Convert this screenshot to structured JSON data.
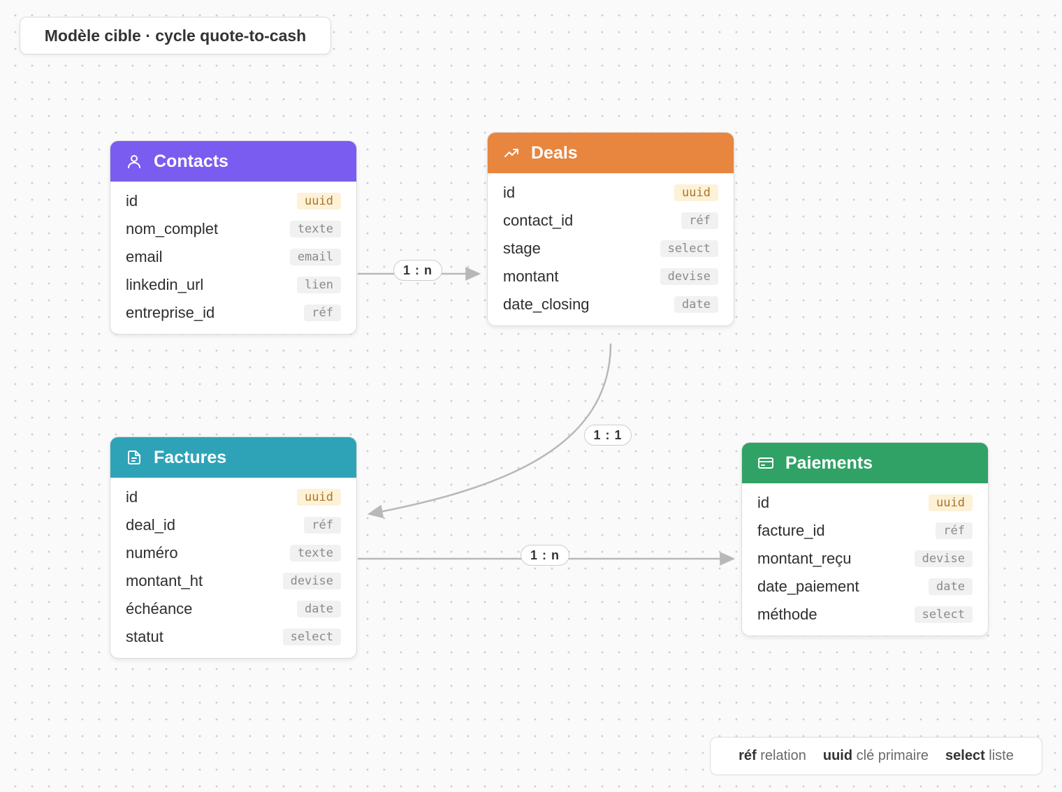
{
  "title": "Modèle cible · cycle quote-to-cash",
  "colors": {
    "contacts": "#7b5cf0",
    "deals": "#e8853e",
    "factures": "#2ea3b7",
    "paiements": "#30a265",
    "edge": "#b8b8b8"
  },
  "tables": {
    "contacts": {
      "name": "Contacts",
      "icon": "user-icon",
      "fields": [
        {
          "name": "id",
          "type": "uuid"
        },
        {
          "name": "nom_complet",
          "type": "texte"
        },
        {
          "name": "email",
          "type": "email"
        },
        {
          "name": "linkedin_url",
          "type": "lien"
        },
        {
          "name": "entreprise_id",
          "type": "réf"
        }
      ]
    },
    "deals": {
      "name": "Deals",
      "icon": "trending-up-icon",
      "fields": [
        {
          "name": "id",
          "type": "uuid"
        },
        {
          "name": "contact_id",
          "type": "réf"
        },
        {
          "name": "stage",
          "type": "select"
        },
        {
          "name": "montant",
          "type": "devise"
        },
        {
          "name": "date_closing",
          "type": "date"
        }
      ]
    },
    "factures": {
      "name": "Factures",
      "icon": "document-icon",
      "fields": [
        {
          "name": "id",
          "type": "uuid"
        },
        {
          "name": "deal_id",
          "type": "réf"
        },
        {
          "name": "numéro",
          "type": "texte"
        },
        {
          "name": "montant_ht",
          "type": "devise"
        },
        {
          "name": "échéance",
          "type": "date"
        },
        {
          "name": "statut",
          "type": "select"
        }
      ]
    },
    "paiements": {
      "name": "Paiements",
      "icon": "credit-card-icon",
      "fields": [
        {
          "name": "id",
          "type": "uuid"
        },
        {
          "name": "facture_id",
          "type": "réf"
        },
        {
          "name": "montant_reçu",
          "type": "devise"
        },
        {
          "name": "date_paiement",
          "type": "date"
        },
        {
          "name": "méthode",
          "type": "select"
        }
      ]
    }
  },
  "relations": [
    {
      "from": "Contacts",
      "to": "Deals",
      "label": "1 : n"
    },
    {
      "from": "Deals",
      "to": "Factures",
      "label": "1 : 1"
    },
    {
      "from": "Factures",
      "to": "Paiements",
      "label": "1 : n"
    }
  ],
  "legend": [
    {
      "key": "réf",
      "text": "relation"
    },
    {
      "key": "uuid",
      "text": "clé primaire"
    },
    {
      "key": "select",
      "text": "liste"
    }
  ]
}
